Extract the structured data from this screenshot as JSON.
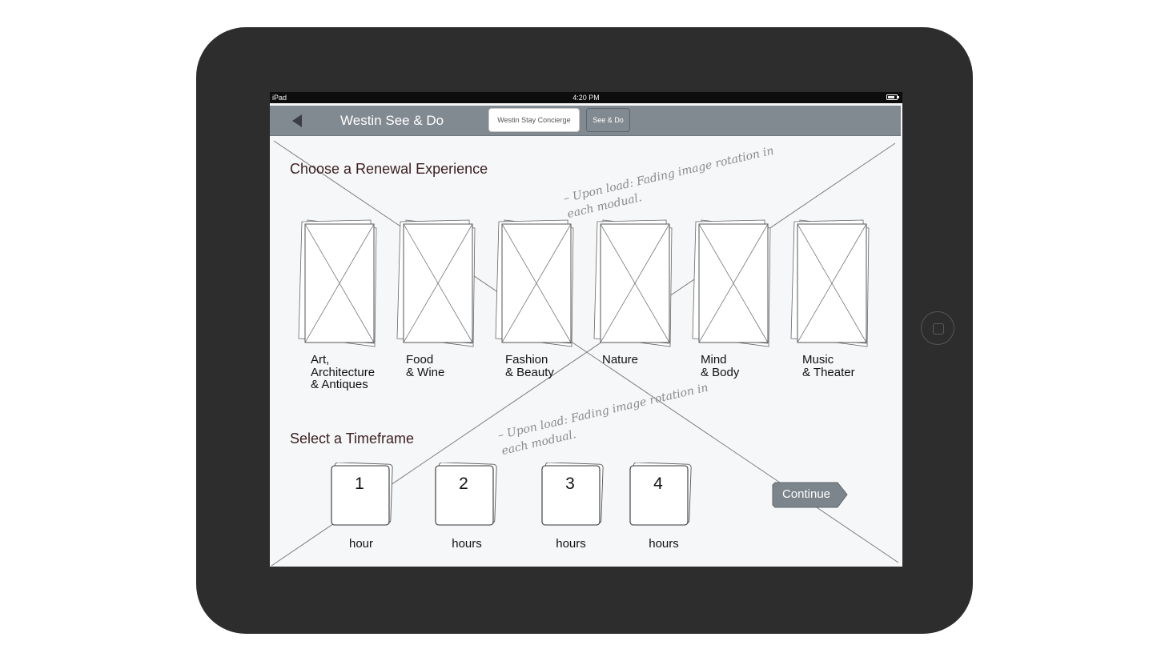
{
  "status_bar": {
    "device": "iPad",
    "time": "4:20 PM",
    "battery_icon": "battery-icon"
  },
  "nav": {
    "back_icon": "left-triangle-icon",
    "title": "Westin See & Do",
    "segments": [
      {
        "label": "Westin Stay Concierge",
        "selected": true
      },
      {
        "label": "See & Do",
        "selected": false
      }
    ]
  },
  "experience": {
    "title": "Choose a Renewal Experience",
    "note": "– Upon load: Fading image rotation in\neach modual.",
    "items": [
      {
        "label": "Art,\nArchitecture\n& Antiques"
      },
      {
        "label": "Food\n& Wine"
      },
      {
        "label": "Fashion\n& Beauty"
      },
      {
        "label": "Nature"
      },
      {
        "label": "Mind\n& Body"
      },
      {
        "label": "Music\n& Theater"
      }
    ]
  },
  "timeframe": {
    "title": "Select a Timeframe",
    "note": "– Upon load: Fading image rotation in\neach modual.",
    "options": [
      {
        "number": "1",
        "unit": "hour"
      },
      {
        "number": "2",
        "unit": "hours"
      },
      {
        "number": "3",
        "unit": "hours"
      },
      {
        "number": "4",
        "unit": "hours"
      }
    ]
  },
  "continue_label": "Continue",
  "colors": {
    "navbar": "#828a91",
    "title_text": "#3a1f1f",
    "device_body": "#2d2d2d",
    "continue": "#7c858c"
  }
}
